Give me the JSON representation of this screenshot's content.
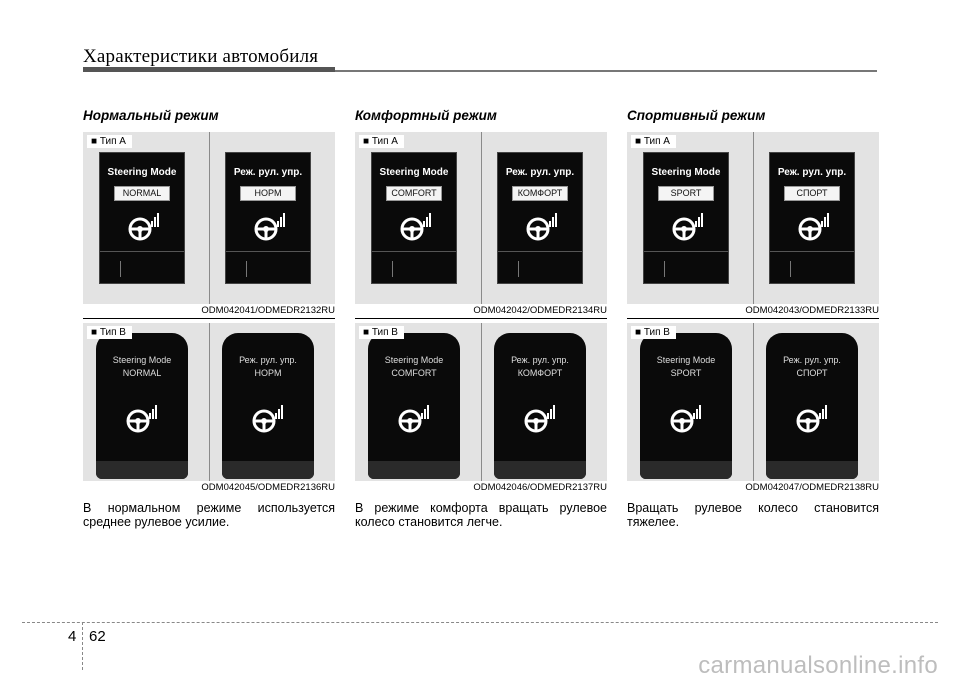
{
  "header": {
    "title": "Характеристики автомобиля"
  },
  "columns": [
    {
      "title": "Нормальный режим",
      "type_a": {
        "label": "■ Тип A",
        "left": {
          "title": "Steering Mode",
          "mode": "NORMAL"
        },
        "right": {
          "title": "Реж. рул. упр.",
          "mode": "НОРМ"
        },
        "code": "ODM042041/ODMEDR2132RU"
      },
      "type_b": {
        "label": "■ Тип B",
        "left": {
          "title": "Steering Mode",
          "mode": "NORMAL"
        },
        "right": {
          "title": "Реж. рул. упр.",
          "mode": "НОРМ"
        },
        "code": "ODM042045/ODMEDR2136RU"
      },
      "text": "В нормальном режиме используется среднее рулевое усилие."
    },
    {
      "title": "Комфортный режим",
      "type_a": {
        "label": "■ Тип A",
        "left": {
          "title": "Steering Mode",
          "mode": "COMFORT"
        },
        "right": {
          "title": "Реж. рул. упр.",
          "mode": "КОМФОРТ"
        },
        "code": "ODM042042/ODMEDR2134RU"
      },
      "type_b": {
        "label": "■ Тип B",
        "left": {
          "title": "Steering Mode",
          "mode": "COMFORT"
        },
        "right": {
          "title": "Реж. рул. упр.",
          "mode": "КОМФОРТ"
        },
        "code": "ODM042046/ODMEDR2137RU"
      },
      "text": "В режиме комфорта вращать рулевое колесо становится легче."
    },
    {
      "title": "Спортивный режим",
      "type_a": {
        "label": "■ Тип A",
        "left": {
          "title": "Steering Mode",
          "mode": "SPORT"
        },
        "right": {
          "title": "Реж. рул. упр.",
          "mode": "СПОРТ"
        },
        "code": "ODM042043/ODMEDR2133RU"
      },
      "type_b": {
        "label": "■ Тип B",
        "left": {
          "title": "Steering Mode",
          "mode": "SPORT"
        },
        "right": {
          "title": "Реж. рул. упр.",
          "mode": "СПОРТ"
        },
        "code": "ODM042047/ODMEDR2138RU"
      },
      "text": "Вращать рулевое колесо становится тяжелее."
    }
  ],
  "footer": {
    "chapter": "4",
    "page": "62"
  },
  "watermark": "carmanualsonline.info",
  "icons": {
    "steering": "steering-wheel-icon"
  },
  "colors": {
    "screen": "#0a0a0a",
    "panel": "#e3e3e3"
  }
}
